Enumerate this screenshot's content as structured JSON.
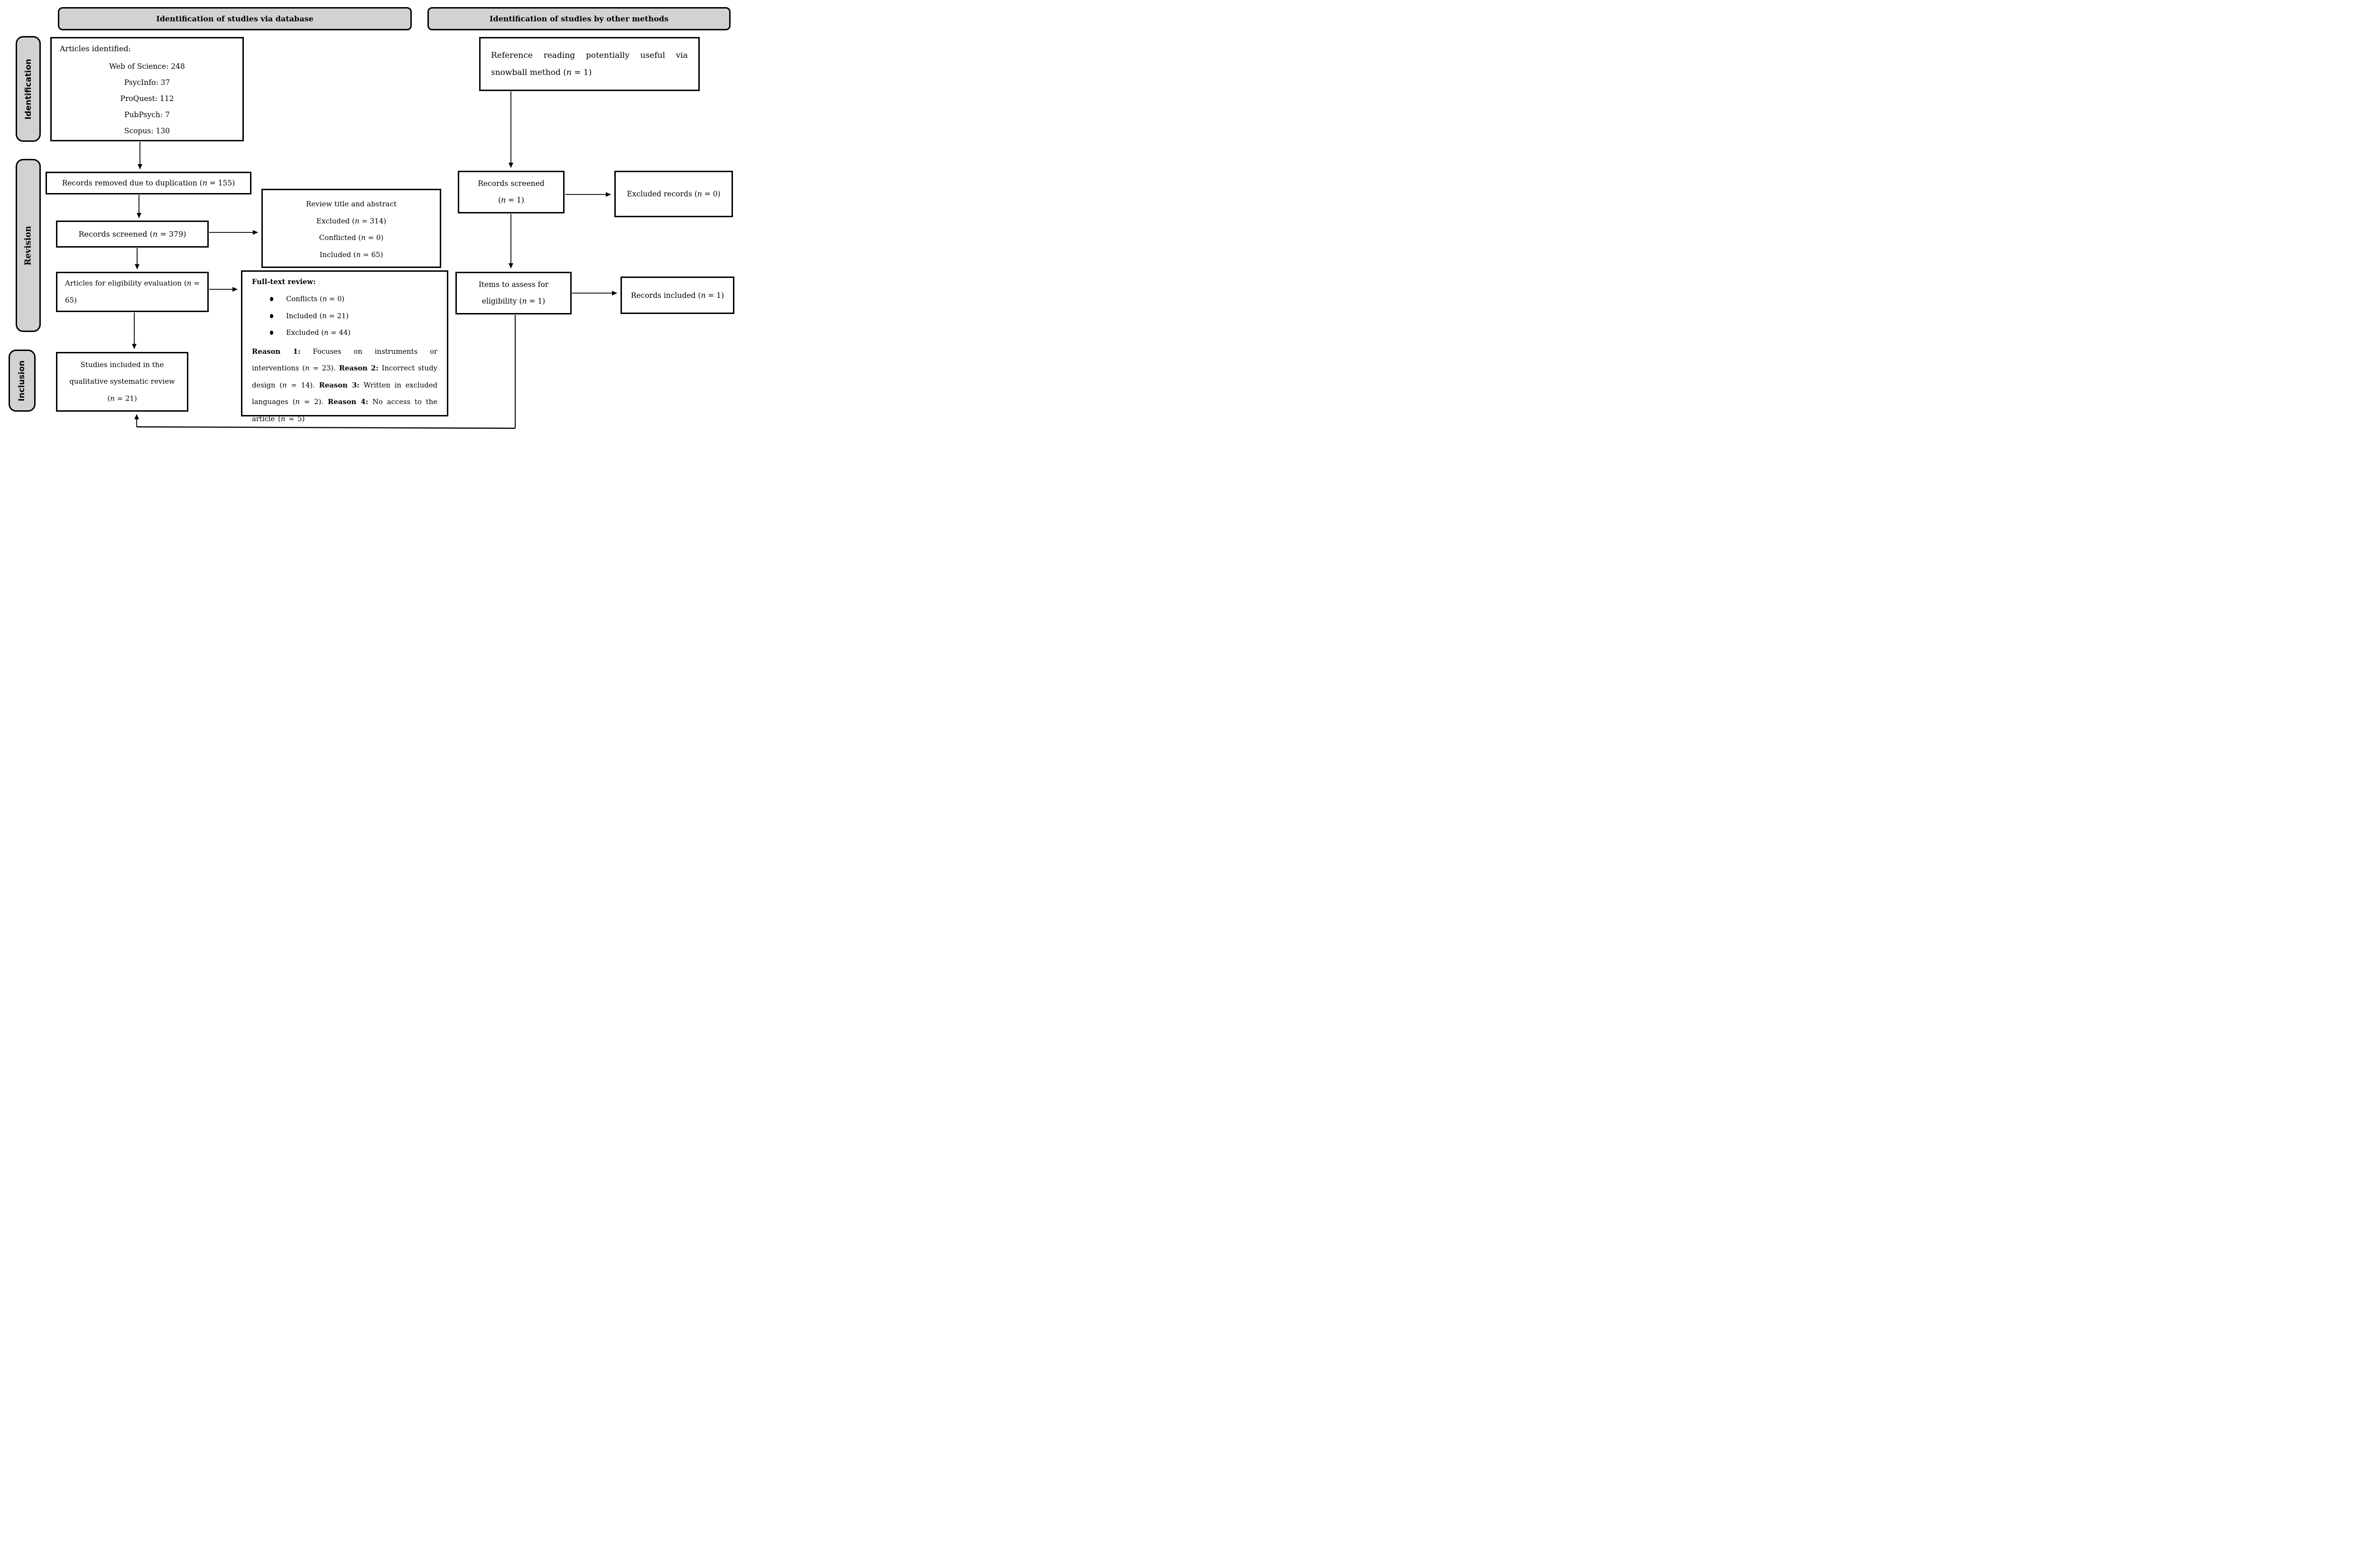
{
  "headers": {
    "database": "Identification of studies via database",
    "other_methods": "Identification of studies by other methods"
  },
  "side_labels": {
    "identification": "Identification",
    "revision": "Revision",
    "inclusion": "Inclusion"
  },
  "boxes": {
    "articles_identified": {
      "title": "Articles identified:",
      "items": [
        "Web of Science: 248",
        "PsycInfo: 37",
        "ProQuest: 112",
        "PubPsych: 7",
        "Scopus: 130"
      ]
    },
    "records_removed": {
      "text": "Records removed due to duplication (n = 155)"
    },
    "records_screened_db": {
      "text": "Records screened (n = 379)"
    },
    "review_title_abstract": {
      "lines": [
        "Review title and abstract",
        "Excluded (n = 314)",
        "Conflicted (n = 0)",
        "Included (n = 65)"
      ]
    },
    "articles_eligibility": {
      "text": "Articles for eligibility evaluation (n = 65)"
    },
    "full_text_review": {
      "heading": "Full-text review:",
      "bullets": [
        "Conflicts (n = 0)",
        "Included (n = 21)",
        "Excluded (n = 44)"
      ],
      "reasons": [
        {
          "label": "Reason 1:",
          "text": " Focuses on instruments or interventions (n = 23). "
        },
        {
          "label": "Reason 2:",
          "text": " Incorrect study design (n = 14). "
        },
        {
          "label": "Reason 3:",
          "text": " Written in excluded languages (n = 2). "
        },
        {
          "label": "Reason 4:",
          "text": " No access to the article (n = 5)"
        }
      ]
    },
    "studies_included": {
      "lines": [
        "Studies included in the",
        "qualitative systematic review",
        "(n = 21)"
      ]
    },
    "snowball": {
      "text": "Reference reading potentially useful via snowball method (n = 1)"
    },
    "records_screened_other": {
      "lines": [
        "Records screened",
        "(n = 1)"
      ]
    },
    "excluded_records": {
      "text": "Excluded records (n = 0)"
    },
    "items_assess": {
      "lines": [
        "Items to assess for",
        "eligibility (n = 1)"
      ]
    },
    "records_included": {
      "text": "Records included (n = 1)"
    }
  },
  "colors": {
    "panel_gray": "#d2d2d2",
    "line_black": "#000000"
  }
}
